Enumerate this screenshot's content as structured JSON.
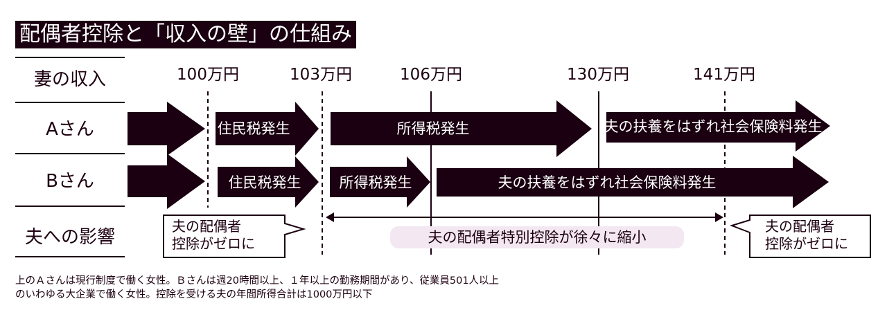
{
  "title": "配偶者控除と「収入の壁」の仕組み",
  "rows": {
    "header": "妻の収入",
    "a": "Aさん",
    "b": "Bさん",
    "effect": "夫への影響"
  },
  "thresholds": [
    "100万円",
    "103万円",
    "106万円",
    "130万円",
    "141万円"
  ],
  "a_arrows": [
    "住民税発生",
    "所得税発生",
    "夫の扶養をはずれ社会保険料発生"
  ],
  "b_arrows": [
    "住民税発生",
    "所得税発生",
    "夫の扶養をはずれ社会保険料発生"
  ],
  "effects": {
    "left_callout_line1": "夫の配偶者",
    "left_callout_line2": "控除がゼロに",
    "middle": "夫の配偶者特別控除が徐々に縮小",
    "right_callout_line1": "夫の配偶者",
    "right_callout_line2": "控除がゼロに"
  },
  "footnote": "上のＡさんは現行制度で働く女性。Ｂさんは週20時間以上、１年以上の勤務期間があり、従業員501人以上のいわゆる大企業で働く女性。控除を受ける夫の年間所得合計は1000万円以下",
  "colors": {
    "ink": "#1a0010",
    "pill": "#f3e8f2",
    "paper": "#ffffff"
  }
}
